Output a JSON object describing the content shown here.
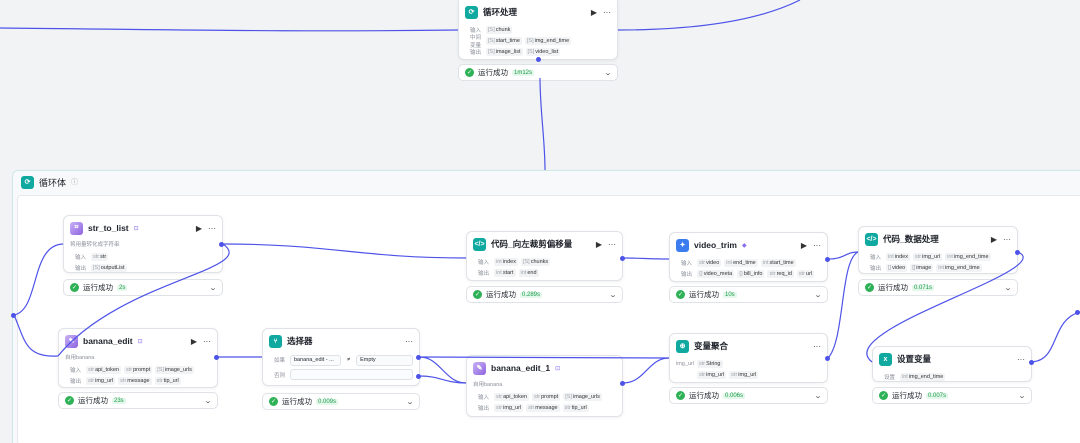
{
  "loop_node": {
    "title": "循环处理",
    "rows": [
      {
        "label": "输入",
        "tags": [
          {
            "t": "[S]",
            "v": "chunk"
          }
        ]
      },
      {
        "label": "中间变量",
        "tags": [
          {
            "t": "[S]",
            "v": "start_time"
          },
          {
            "t": "[S]",
            "v": "img_end_time"
          }
        ]
      },
      {
        "label": "输出",
        "tags": [
          {
            "t": "[S]",
            "v": "image_list"
          },
          {
            "t": "[S]",
            "v": "video_list"
          }
        ]
      }
    ],
    "status": "运行成功",
    "time": "1m12s"
  },
  "loop_body": {
    "title": "循环体"
  },
  "nodes": {
    "str_to_list": {
      "title": "str_to_list",
      "desc": "将用量转化成字符串",
      "rows": [
        {
          "label": "输入",
          "tags": [
            {
              "t": "str",
              "v": "str"
            }
          ]
        },
        {
          "label": "输出",
          "tags": [
            {
              "t": "[S]",
              "v": "outputList"
            }
          ]
        }
      ],
      "status": "运行成功",
      "time": "2s"
    },
    "banana_edit": {
      "title": "banana_edit",
      "desc": "自用banana",
      "rows": [
        {
          "label": "输入",
          "tags": [
            {
              "t": "str",
              "v": "api_token"
            },
            {
              "t": "str",
              "v": "prompt"
            },
            {
              "t": "[S]",
              "v": "image_urls"
            }
          ]
        },
        {
          "label": "输出",
          "tags": [
            {
              "t": "str",
              "v": "img_url"
            },
            {
              "t": "str",
              "v": "message"
            },
            {
              "t": "str",
              "v": "tip_url"
            }
          ]
        }
      ],
      "status": "运行成功",
      "time": "23s"
    },
    "selector": {
      "title": "选择器",
      "if_label": "如果",
      "else_label": "否则",
      "left": "banana_edit - ...",
      "op": "≠",
      "right": "Empty",
      "status": "运行成功",
      "time": "0.009s"
    },
    "code_trim": {
      "title": "代码_向左裁剪偏移量",
      "rows": [
        {
          "label": "输入",
          "tags": [
            {
              "t": "int",
              "v": "index"
            },
            {
              "t": "[S]",
              "v": "chunks"
            }
          ]
        },
        {
          "label": "输出",
          "tags": [
            {
              "t": "int",
              "v": "start"
            },
            {
              "t": "int",
              "v": "end"
            }
          ]
        }
      ],
      "status": "运行成功",
      "time": "0.289s"
    },
    "banana_edit_1": {
      "title": "banana_edit_1",
      "desc": "自用banana",
      "rows": [
        {
          "label": "输入",
          "tags": [
            {
              "t": "str",
              "v": "api_token"
            },
            {
              "t": "str",
              "v": "prompt"
            },
            {
              "t": "[S]",
              "v": "image_urls"
            }
          ]
        },
        {
          "label": "输出",
          "tags": [
            {
              "t": "str",
              "v": "img_url"
            },
            {
              "t": "str",
              "v": "message"
            },
            {
              "t": "str",
              "v": "tip_url"
            }
          ]
        }
      ]
    },
    "video_trim": {
      "title": "video_trim",
      "rows": [
        {
          "label": "输入",
          "tags": [
            {
              "t": "str",
              "v": "video"
            },
            {
              "t": "int",
              "v": "end_time"
            },
            {
              "t": "int",
              "v": "start_time"
            }
          ]
        },
        {
          "label": "输出",
          "tags": [
            {
              "t": "{}",
              "v": "video_meta"
            },
            {
              "t": "{}",
              "v": "bill_info"
            },
            {
              "t": "str",
              "v": "req_id"
            },
            {
              "t": "str",
              "v": "url"
            }
          ]
        }
      ],
      "status": "运行成功",
      "time": "10s"
    },
    "var_merge": {
      "title": "变量聚合",
      "rows": [
        {
          "label": "img_url",
          "tags": [
            {
              "t": "str",
              "v": "String"
            }
          ]
        },
        {
          "label": "",
          "tags": [
            {
              "t": "str",
              "v": "img_url"
            },
            {
              "t": "str",
              "v": "img_url"
            }
          ]
        }
      ],
      "status": "运行成功",
      "time": "0.006s"
    },
    "code_data": {
      "title": "代码_数据处理",
      "rows": [
        {
          "label": "输入",
          "tags": [
            {
              "t": "int",
              "v": "index"
            },
            {
              "t": "str",
              "v": "img_url"
            },
            {
              "t": "int",
              "v": "img_end_time"
            }
          ]
        },
        {
          "label": "输出",
          "tags": [
            {
              "t": "[]",
              "v": "video"
            },
            {
              "t": "[]",
              "v": "image"
            },
            {
              "t": "int",
              "v": "img_end_time"
            }
          ]
        }
      ],
      "status": "运行成功",
      "time": "0.071s"
    },
    "set_var": {
      "title": "设置变量",
      "rows": [
        {
          "label": "设置",
          "tags": [
            {
              "t": "int",
              "v": "img_end_time"
            }
          ]
        }
      ],
      "status": "运行成功",
      "time": "0.007s"
    }
  },
  "colors": {
    "wire": "#4d53e8",
    "success": "#2fb157",
    "accent": "#0fa9a0"
  }
}
